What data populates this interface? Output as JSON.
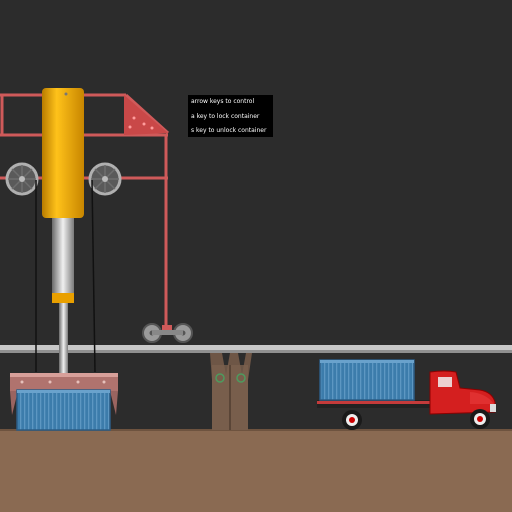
{
  "instructions": [
    "arrow keys to control",
    "a key to lock container",
    "s key to unlock container"
  ],
  "colors": {
    "background": "#2c2c2c",
    "ground": "#8a6a52",
    "rail": "#c8c8c8",
    "crane_frame": "#cf5a5a",
    "hydraulic_cylinder": "#f0a800",
    "container": "#3c7cab",
    "truck": "#d41f1f"
  }
}
